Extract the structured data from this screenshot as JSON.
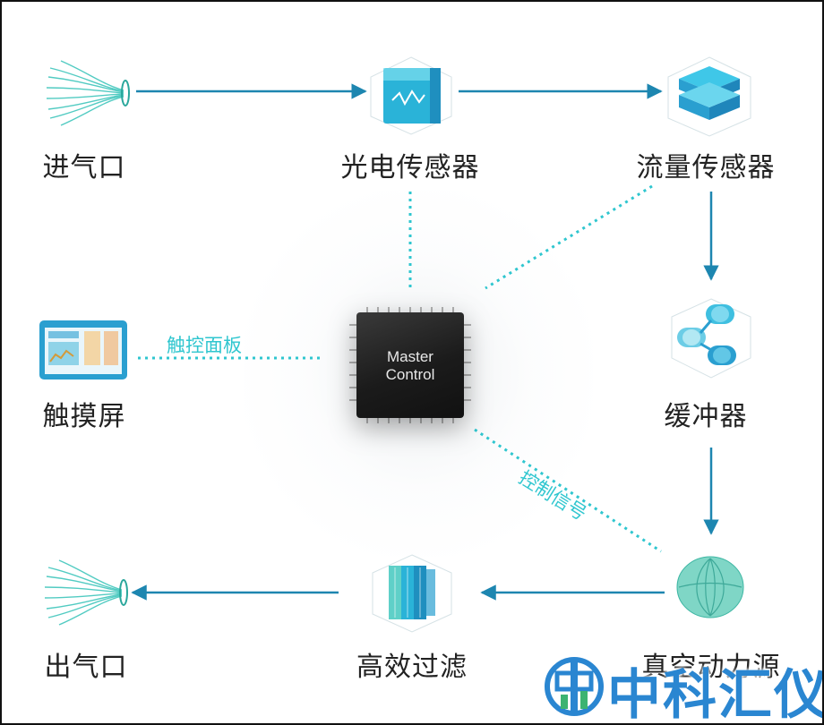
{
  "nodes": {
    "inlet": "进气口",
    "photo_sensor": "光电传感器",
    "flow_sensor": "流量传感器",
    "touchscreen": "触摸屏",
    "buffer": "缓冲器",
    "outlet": "出气口",
    "hepa_filter": "高效过滤",
    "vacuum_source": "真空动力源"
  },
  "center": {
    "chip_line1": "Master",
    "chip_line2": "Control"
  },
  "edge_labels": {
    "touch_panel": "触控面板",
    "control_signal": "控制信号"
  },
  "watermark": {
    "text": "中科汇仪"
  },
  "colors": {
    "arrow": "#1d86b0",
    "dotted": "#2fc6cf",
    "teal": "#35c3b8",
    "watermark": "#2a86d1"
  }
}
